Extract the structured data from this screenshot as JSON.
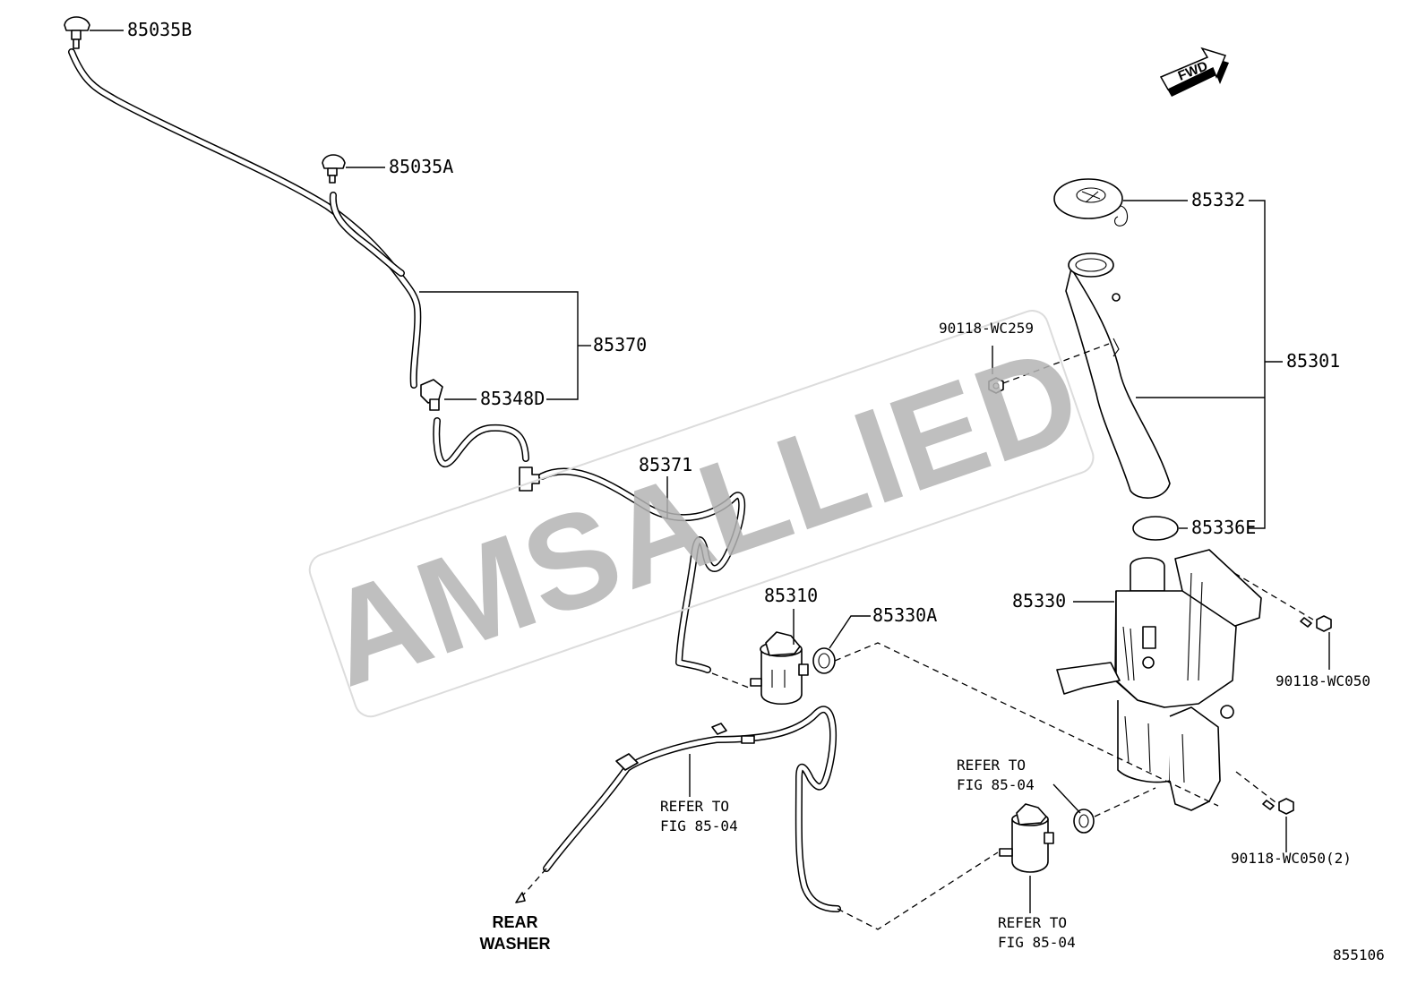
{
  "watermark": "AMSALLIED",
  "direction_badge": "FWD",
  "figure_number": "855106",
  "labels": {
    "p85035B": "85035B",
    "p85035A": "85035A",
    "p85370": "85370",
    "p85348D": "85348D",
    "p85371": "85371",
    "p85310": "85310",
    "p85330A": "85330A",
    "p85332": "85332",
    "p85301": "85301",
    "p90118_WC259": "90118-WC259",
    "p85336E": "85336E",
    "p85330": "85330",
    "p90118_WC050": "90118-WC050",
    "p90118_WC050_2": "90118-WC050(2)"
  },
  "refer_notes": {
    "left": {
      "line1": "REFER TO",
      "line2": "FIG 85-04"
    },
    "middle": {
      "line1": "REFER TO",
      "line2": "FIG 85-04"
    },
    "bottom": {
      "line1": "REFER TO",
      "line2": "FIG 85-04"
    }
  },
  "rear_washer": {
    "line1": "REAR",
    "line2": "WASHER"
  }
}
